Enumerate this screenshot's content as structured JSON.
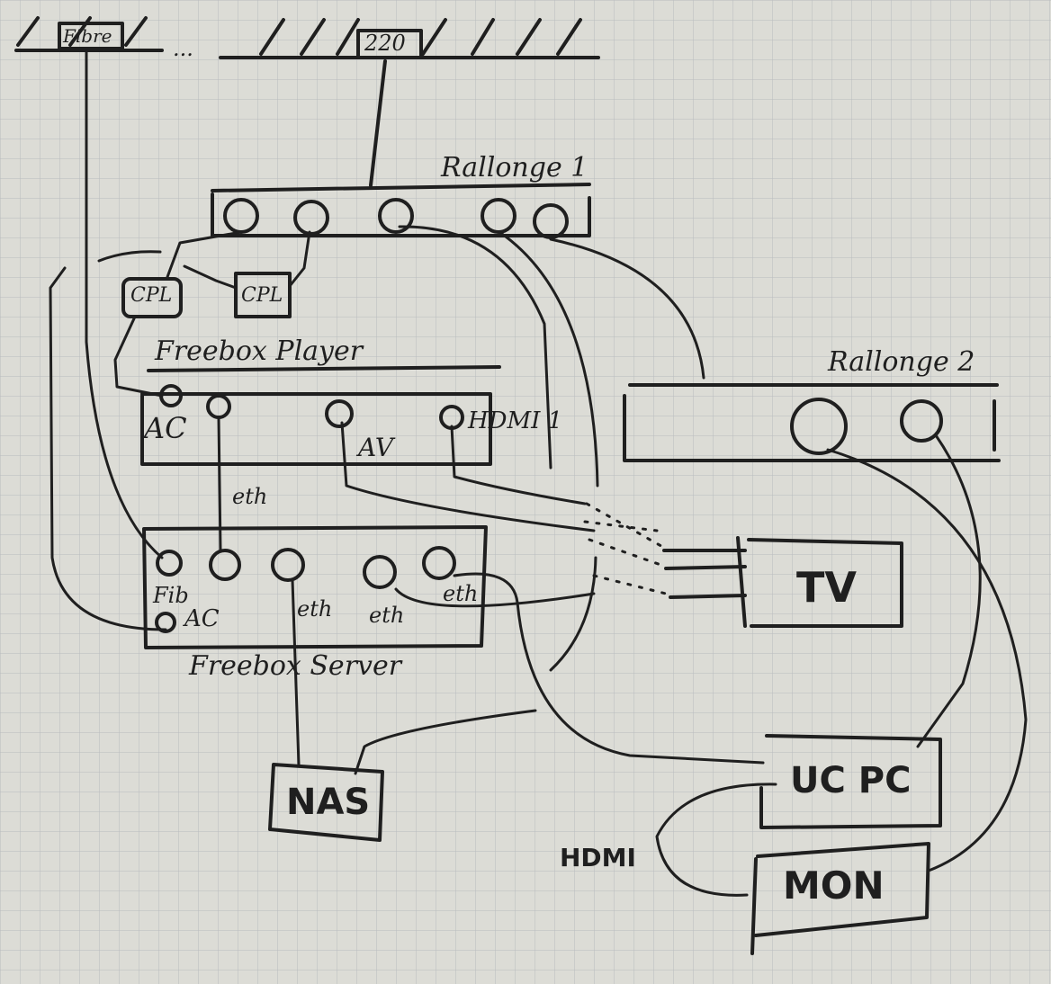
{
  "wall": {
    "fibre_label": "Fibre",
    "power_label": "220",
    "ellipsis": "..."
  },
  "rallonge1": {
    "label": "Rallonge 1"
  },
  "rallonge2": {
    "label": "Rallonge 2"
  },
  "adapters": {
    "cpl_left": "CPL",
    "cpl_right": "CPL"
  },
  "freebox_player": {
    "label": "Freebox Player",
    "ports": {
      "ac": "AC",
      "av": "AV",
      "hdmi": "HDMI 1"
    },
    "link_label": "eth"
  },
  "freebox_server": {
    "label": "Freebox Server",
    "ports": {
      "fib": "Fib",
      "ac": "AC",
      "eth1": "eth",
      "eth2": "eth",
      "eth3": "eth"
    }
  },
  "devices": {
    "tv": "TV",
    "nas": "NAS",
    "pc": "UC PC",
    "mon": "MON"
  },
  "cables": {
    "hdmi_label": "HDMI"
  },
  "colors": {
    "paper": "#dcdcd6",
    "grid": "#b9bbbf",
    "ink": "#1f1f1f"
  }
}
